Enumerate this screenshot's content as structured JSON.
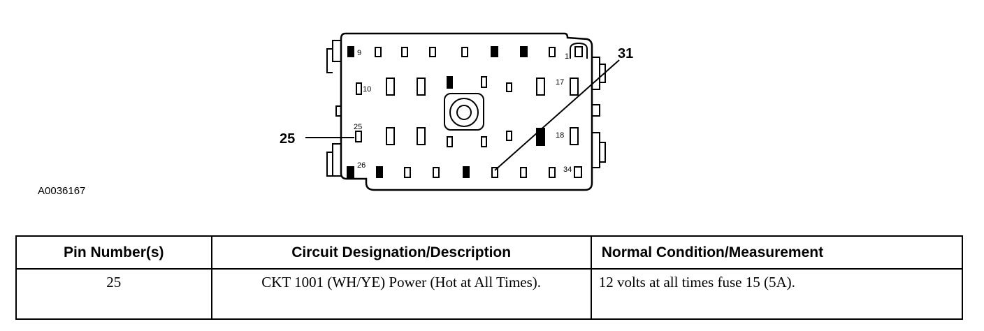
{
  "figure": {
    "figure_id": "A0036167",
    "callouts": {
      "left": "25",
      "right": "31"
    },
    "pin_labels": {
      "p9": "9",
      "p1": "1",
      "p10": "10",
      "p17": "17",
      "p25": "25",
      "p18": "18",
      "p26": "26",
      "p34": "34"
    }
  },
  "table": {
    "headers": [
      "Pin Number(s)",
      "Circuit Designation/Description",
      "Normal Condition/Measurement"
    ],
    "rows": [
      {
        "pin": "25",
        "description": "CKT 1001 (WH/YE) Power (Hot at All Times).",
        "measurement": "12 volts at all times fuse 15 (5A)."
      }
    ]
  }
}
